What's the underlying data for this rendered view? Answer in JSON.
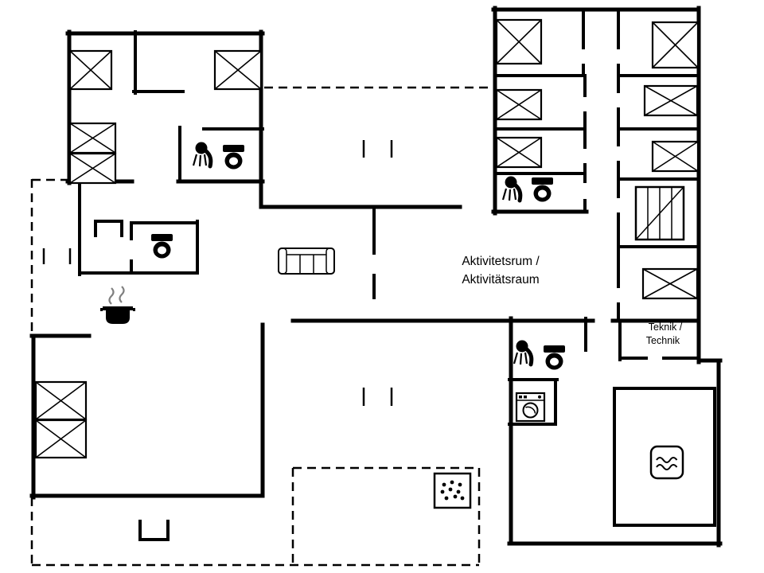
{
  "colors": {
    "background": "#ffffff",
    "walls": "#000000",
    "steam": "#808080"
  },
  "floorplan": {
    "labels": {
      "activity_room": {
        "line1": "Aktivitetsrum /",
        "line2": "Aktivitätsraum"
      },
      "technic_room": {
        "line1": "Teknik /",
        "line2": "Technik"
      }
    },
    "icon_legend": [
      {
        "name": "bed-icon",
        "meaning": "bed",
        "count": 13
      },
      {
        "name": "toilet-icon",
        "meaning": "toilet",
        "count": 4
      },
      {
        "name": "shower-icon",
        "meaning": "shower",
        "count": 3
      },
      {
        "name": "sofa-icon",
        "meaning": "sofa",
        "count": 1
      },
      {
        "name": "cooking-pot-icon",
        "meaning": "cooking pot with steam (kitchen)",
        "count": 1
      },
      {
        "name": "washing-machine-icon",
        "meaning": "washing machine",
        "count": 1
      },
      {
        "name": "grill-icon",
        "meaning": "grill / hob",
        "count": 1
      },
      {
        "name": "pool-icon",
        "meaning": "pool water",
        "count": 1
      },
      {
        "name": "wardrobe-icon",
        "meaning": "wardrobe",
        "count": 1
      },
      {
        "name": "door-swing",
        "meaning": "door opening",
        "count": 2
      },
      {
        "name": "step-marks",
        "meaning": "steps / level change",
        "count": 3
      }
    ]
  }
}
